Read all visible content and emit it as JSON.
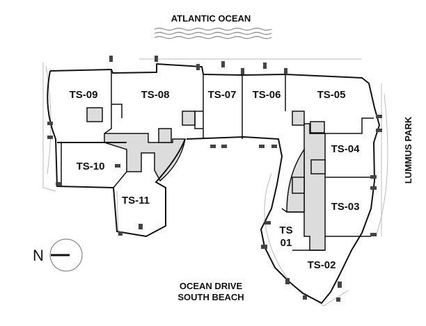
{
  "header": {
    "ocean_label": "ATLANTIC OCEAN"
  },
  "side": {
    "park_label": "LUMMUS PARK"
  },
  "footer": {
    "street_line1": "OCEAN DRIVE",
    "street_line2": "SOUTH BEACH"
  },
  "compass": {
    "north_label": "N",
    "icon": "north-arrow-icon"
  },
  "units": [
    {
      "id": "TS-09",
      "label": "TS-09"
    },
    {
      "id": "TS-08",
      "label": "TS-08"
    },
    {
      "id": "TS-07",
      "label": "TS-07"
    },
    {
      "id": "TS-06",
      "label": "TS-06"
    },
    {
      "id": "TS-05",
      "label": "TS-05"
    },
    {
      "id": "TS-04",
      "label": "TS-04"
    },
    {
      "id": "TS-03",
      "label": "TS-03"
    },
    {
      "id": "TS-10",
      "label": "TS-10"
    },
    {
      "id": "TS-11",
      "label": "TS-11"
    },
    {
      "id": "TS-01",
      "label_line1": "TS",
      "label_line2": "01"
    },
    {
      "id": "TS-02",
      "label": "TS-02"
    }
  ],
  "colors": {
    "wall": "#111111",
    "core": "#dcdcdc",
    "balcony": "#bbbbbb",
    "column": "#444444"
  }
}
